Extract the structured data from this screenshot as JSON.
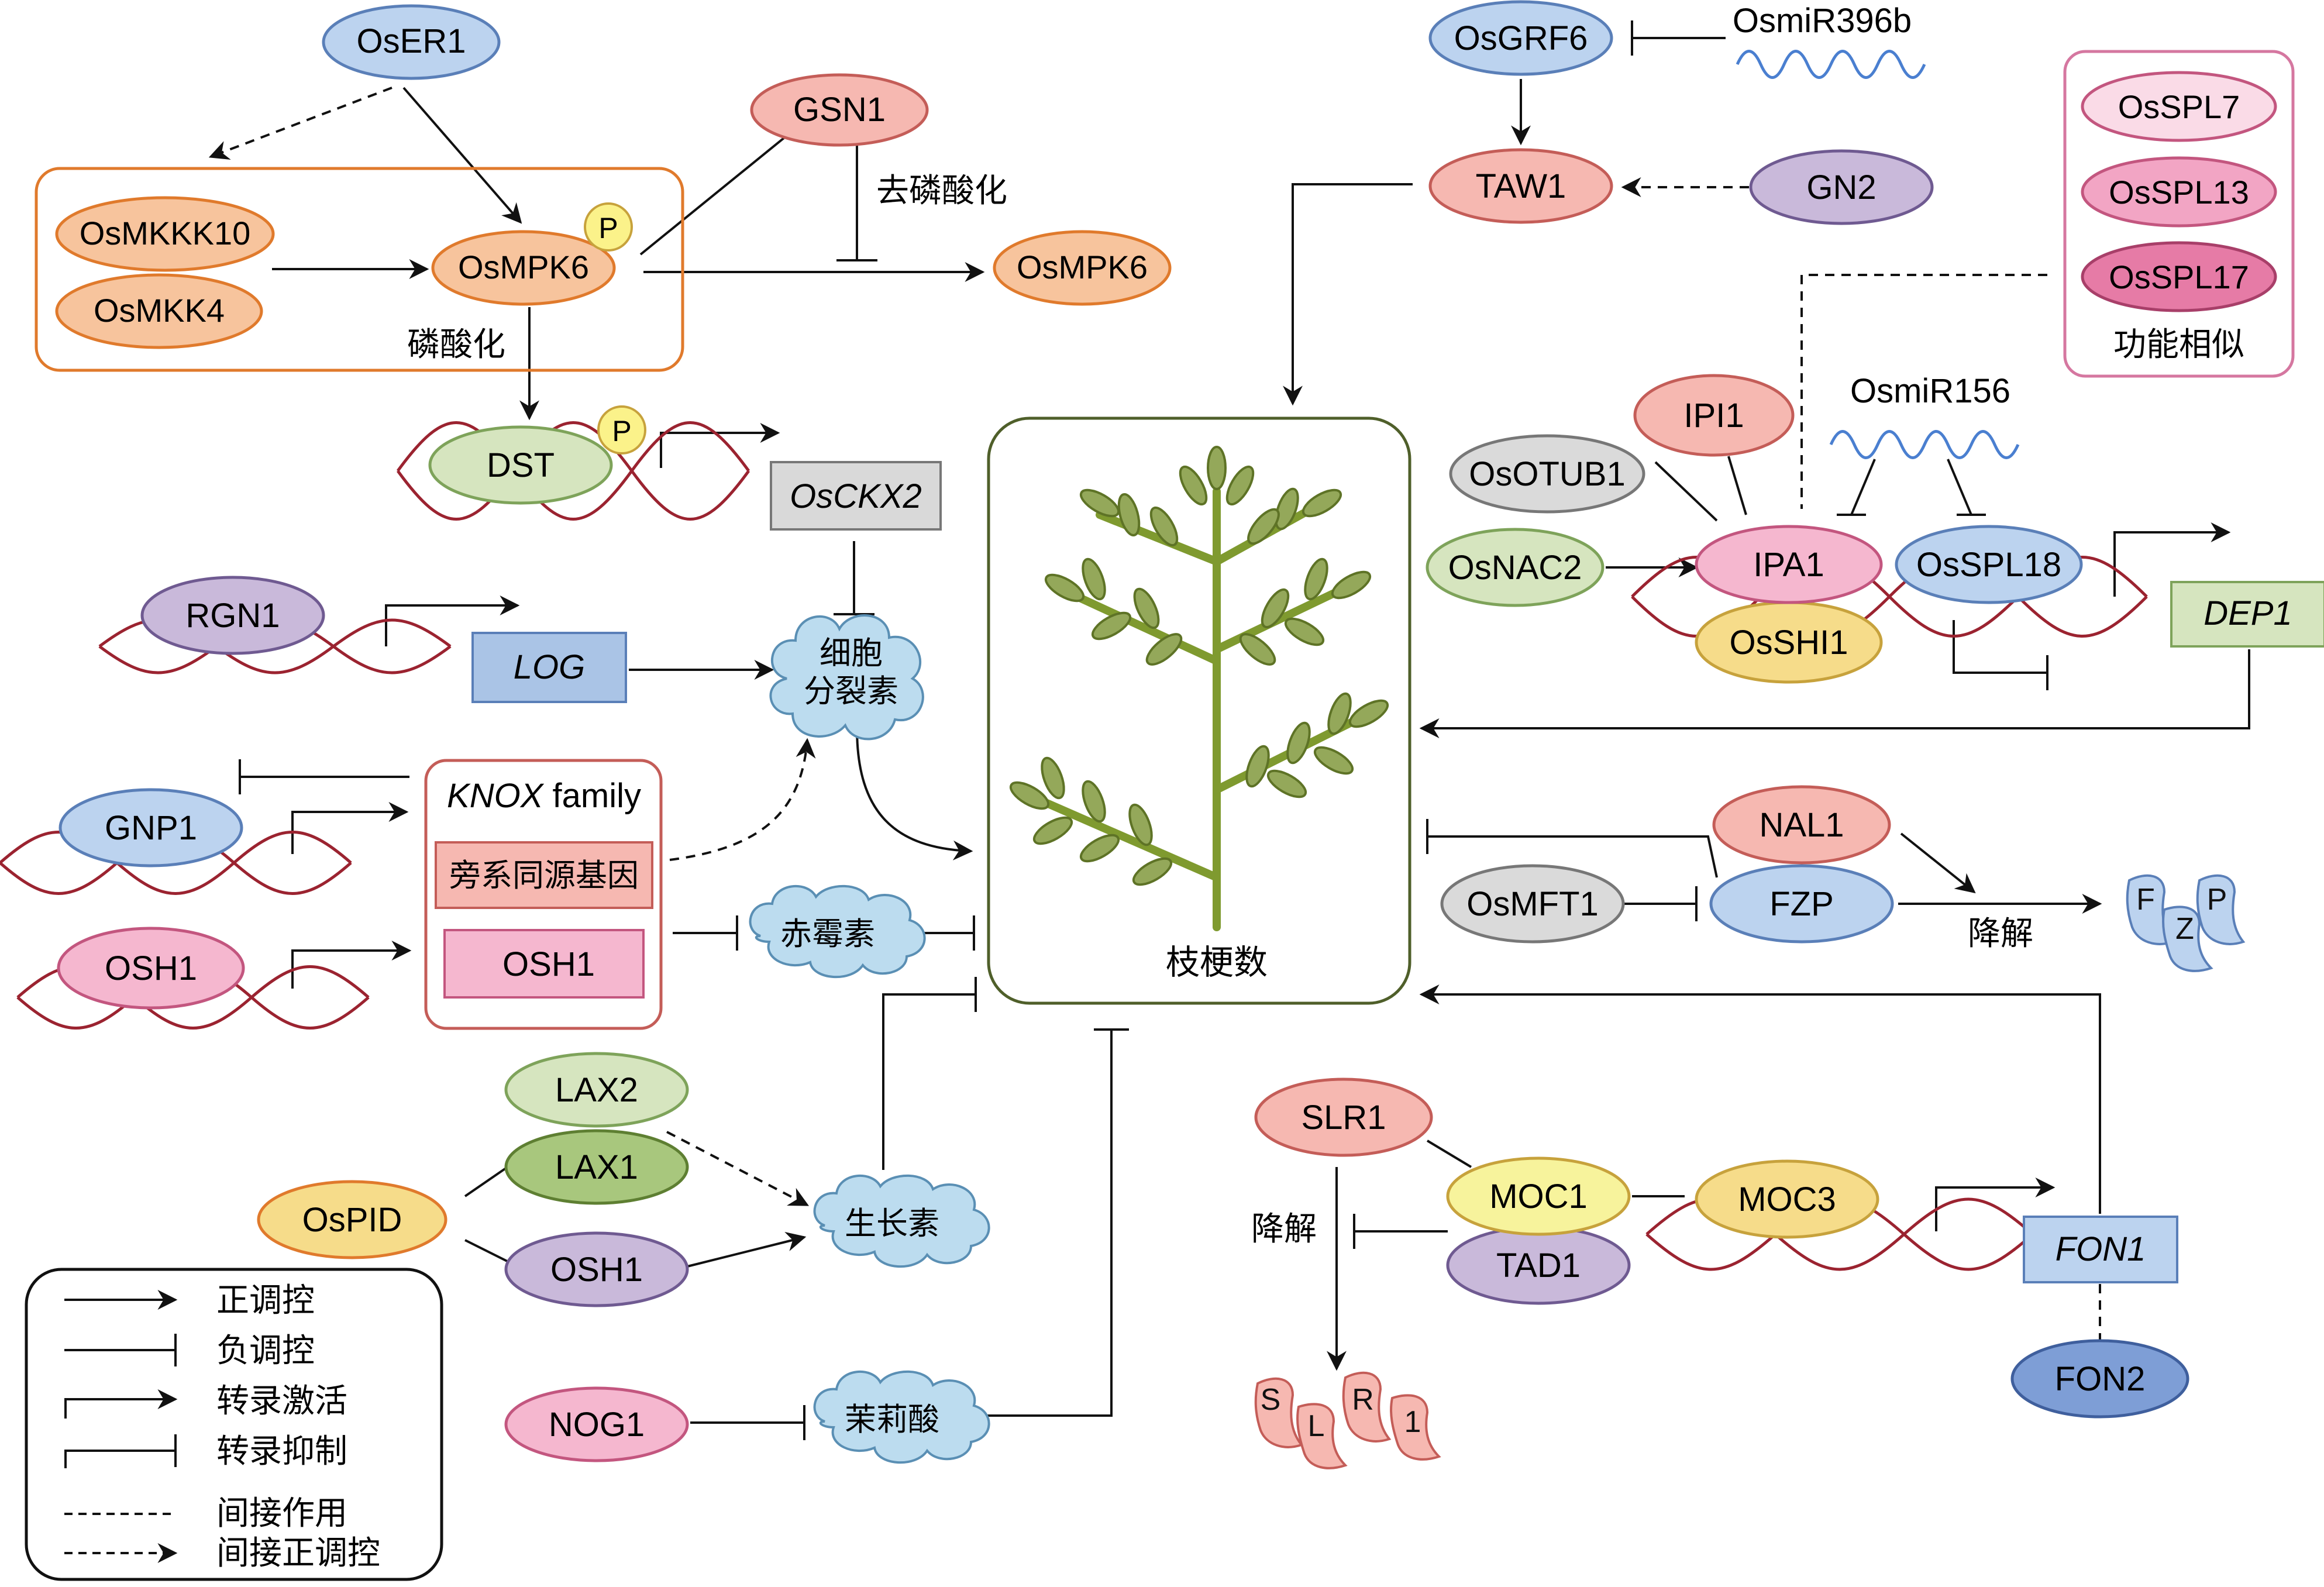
{
  "colors": {
    "blue": "#bcd3ef",
    "blueStroke": "#5a7fb8",
    "orange": "#f7c49d",
    "orangeStroke": "#e07a2c",
    "salmon": "#f6b8b1",
    "salmonStroke": "#c45d58",
    "green": "#d6e5bf",
    "greenStroke": "#7ea35a",
    "greenDark": "#a8c77d",
    "purple": "#c9b9da",
    "purpleStroke": "#6f5a91",
    "pink": "#f5b7cf",
    "pinkStroke": "#c3567f",
    "yellow": "#f6dc8a",
    "yellowStroke": "#c7a23c",
    "gray": "#dadada",
    "grayStroke": "#777777",
    "dna": "#9b2330",
    "cloud": "#bcdcef",
    "cloudStroke": "#5a8fb4",
    "plant": "#7f9a2f",
    "leaf": "#94a85a"
  },
  "nodes": {
    "oser1": "OsER1",
    "osmkkk10": "OsMKKK10",
    "osmkk4": "OsMKK4",
    "osmpk6": "OsMPK6",
    "p_mark1": "P",
    "gsn1": "GSN1",
    "dephos": "去磷酸化",
    "osmpk6_out": "OsMPK6",
    "phos": "磷酸化",
    "dst": "DST",
    "p_mark2": "P",
    "osckx2": "OsCKX2",
    "rgn1": "RGN1",
    "log": "LOG",
    "cytokinin": [
      "细胞",
      "分裂素"
    ],
    "gnp1": "GNP1",
    "knox_italic": "KNOX",
    "knox_rest": " family",
    "paralog": "旁系同源基因",
    "osh1_box": "OSH1",
    "osh1_left": "OSH1",
    "gibberellin": "赤霉素",
    "lax2": "LAX2",
    "lax1": "LAX1",
    "ospid": "OsPID",
    "osh1_purple": "OSH1",
    "auxin": "生长素",
    "nog1": "NOG1",
    "jasmonic": "茉莉酸",
    "osgrf6": "OsGRF6",
    "osmir396b": "OsmiR396b",
    "taw1": "TAW1",
    "gn2": "GN2",
    "osspl7": "OsSPL7",
    "osspl13": "OsSPL13",
    "osspl17": "OsSPL17",
    "similar": "功能相似",
    "osmir156": "OsmiR156",
    "ipi1": "IPI1",
    "osotub1": "OsOTUB1",
    "osnac2": "OsNAC2",
    "ipa1": "IPA1",
    "osshi1": "OsSHI1",
    "osspl18": "OsSPL18",
    "dep1": "DEP1",
    "center_label": "枝梗数",
    "nal1": "NAL1",
    "osmft1": "OsMFT1",
    "fzp": "FZP",
    "degrade1": "降解",
    "fzp_f": "F",
    "fzp_z": "Z",
    "fzp_p": "P",
    "slr1": "SLR1",
    "degrade2": "降解",
    "moc1": "MOC1",
    "tad1": "TAD1",
    "moc3": "MOC3",
    "fon1": "FON1",
    "fon2": "FON2",
    "slr_s": "S",
    "slr_l": "L",
    "slr_r": "R",
    "slr_1": "1"
  },
  "legend": {
    "items": [
      "正调控",
      "负调控",
      "转录激活",
      "转录抑制",
      "间接作用",
      "间接正调控"
    ]
  }
}
